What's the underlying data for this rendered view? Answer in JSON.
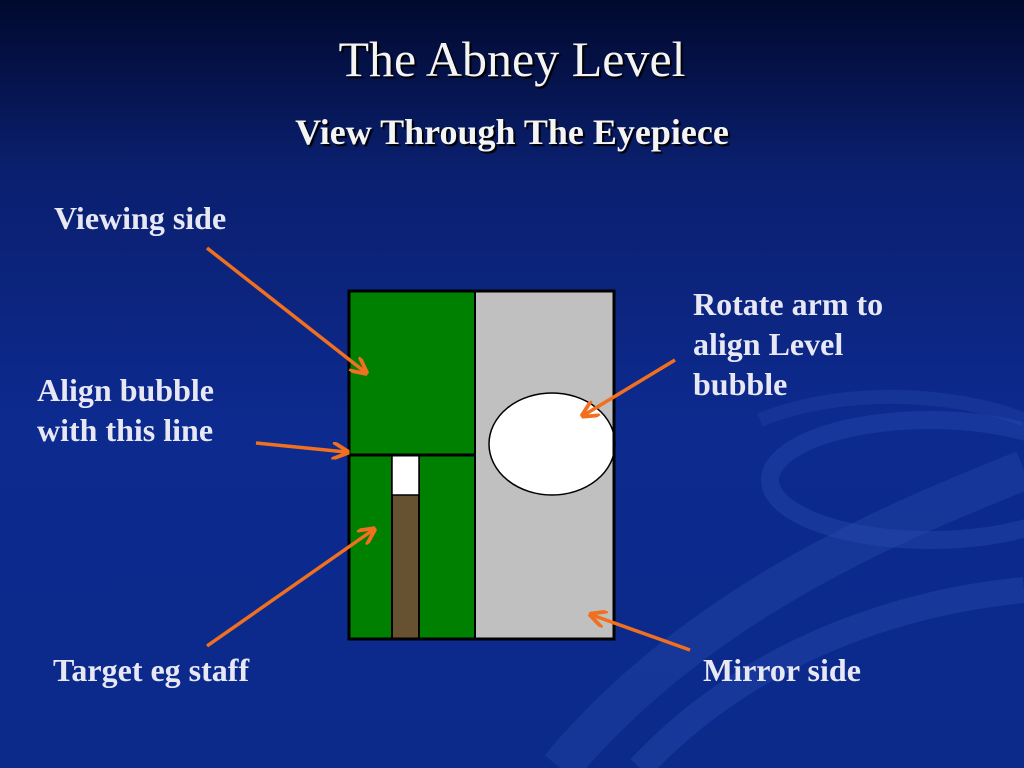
{
  "slide": {
    "title": "The Abney Level",
    "subtitle": "View Through The Eyepiece"
  },
  "labels": {
    "viewing_side": "Viewing side",
    "align_bubble": [
      "Align bubble",
      "with this line"
    ],
    "target": "Target eg staff",
    "rotate_arm": [
      "Rotate arm to",
      "align Level",
      "bubble"
    ],
    "mirror_side": "Mirror side"
  },
  "colors": {
    "background": "#0b2a8a",
    "viewing_side_fill": "#008000",
    "mirror_side_fill": "#c0c0c0",
    "staff_fill": "#665230",
    "staff_top_fill": "#ffffff",
    "bubble_fill": "#ffffff",
    "arrow": "#f07020",
    "outline": "#000000"
  }
}
